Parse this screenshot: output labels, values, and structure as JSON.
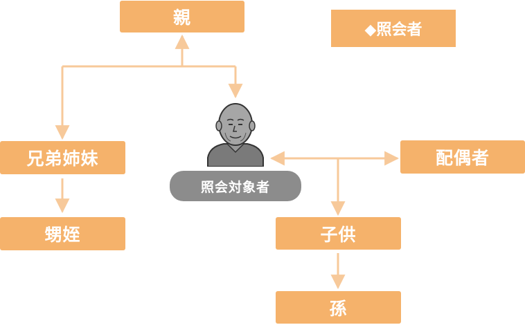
{
  "legend": {
    "label": "◆照会者"
  },
  "nodes": {
    "parent": "親",
    "siblings": "兄弟姉妹",
    "nephews_nieces": "甥姪",
    "subject": "照会対象者",
    "spouse": "配偶者",
    "children": "子供",
    "grandchildren": "孫"
  },
  "colors": {
    "box": "#f5b26b",
    "line": "#f7c99a",
    "subject_pill": "#8c8c8c",
    "text": "#ffffff"
  },
  "icons": {
    "subject": "elderly-person-icon"
  }
}
